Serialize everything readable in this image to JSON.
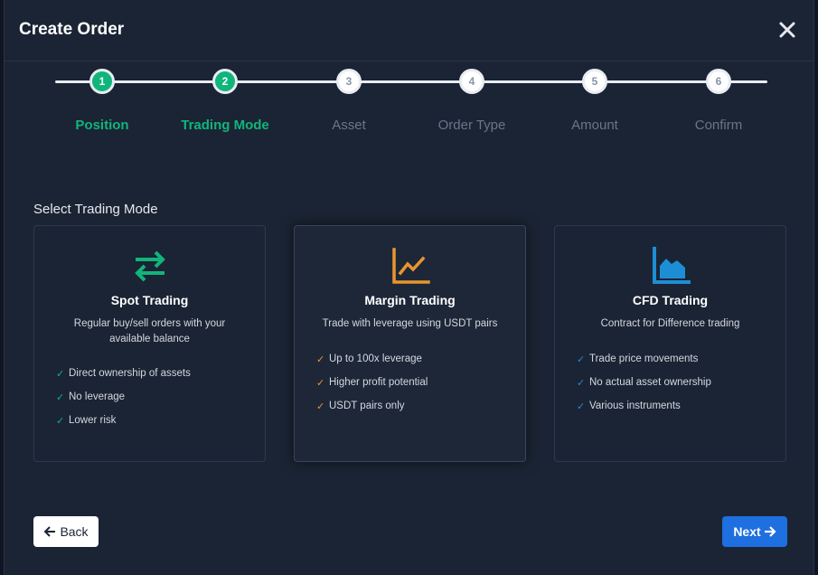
{
  "modal": {
    "title": "Create Order"
  },
  "steps": [
    {
      "number": "1",
      "label": "Position",
      "status": "done"
    },
    {
      "number": "2",
      "label": "Trading Mode",
      "status": "done"
    },
    {
      "number": "3",
      "label": "Asset",
      "status": "pending"
    },
    {
      "number": "4",
      "label": "Order Type",
      "status": "pending"
    },
    {
      "number": "5",
      "label": "Amount",
      "status": "pending"
    },
    {
      "number": "6",
      "label": "Confirm",
      "status": "pending"
    }
  ],
  "section": {
    "title": "Select Trading Mode"
  },
  "cards": [
    {
      "title": "Spot Trading",
      "description": "Regular buy/sell orders with your available balance",
      "icon": "swap-arrows-icon",
      "accent": "#10b57b",
      "features": [
        "Direct ownership of assets",
        "No leverage",
        "Lower risk"
      ]
    },
    {
      "title": "Margin Trading",
      "description": "Trade with leverage using USDT pairs",
      "icon": "line-chart-icon",
      "accent": "#e8952f",
      "features": [
        "Up to 100x leverage",
        "Higher profit potential",
        "USDT pairs only"
      ]
    },
    {
      "title": "CFD Trading",
      "description": "Contract for Difference trading",
      "icon": "area-chart-icon",
      "accent": "#1d8ed6",
      "features": [
        "Trade price movements",
        "No actual asset ownership",
        "Various instruments"
      ]
    }
  ],
  "buttons": {
    "back": "Back",
    "next": "Next"
  },
  "colors": {
    "success": "#10b57b",
    "primary": "#1e6fe0",
    "background": "#1b2434"
  }
}
